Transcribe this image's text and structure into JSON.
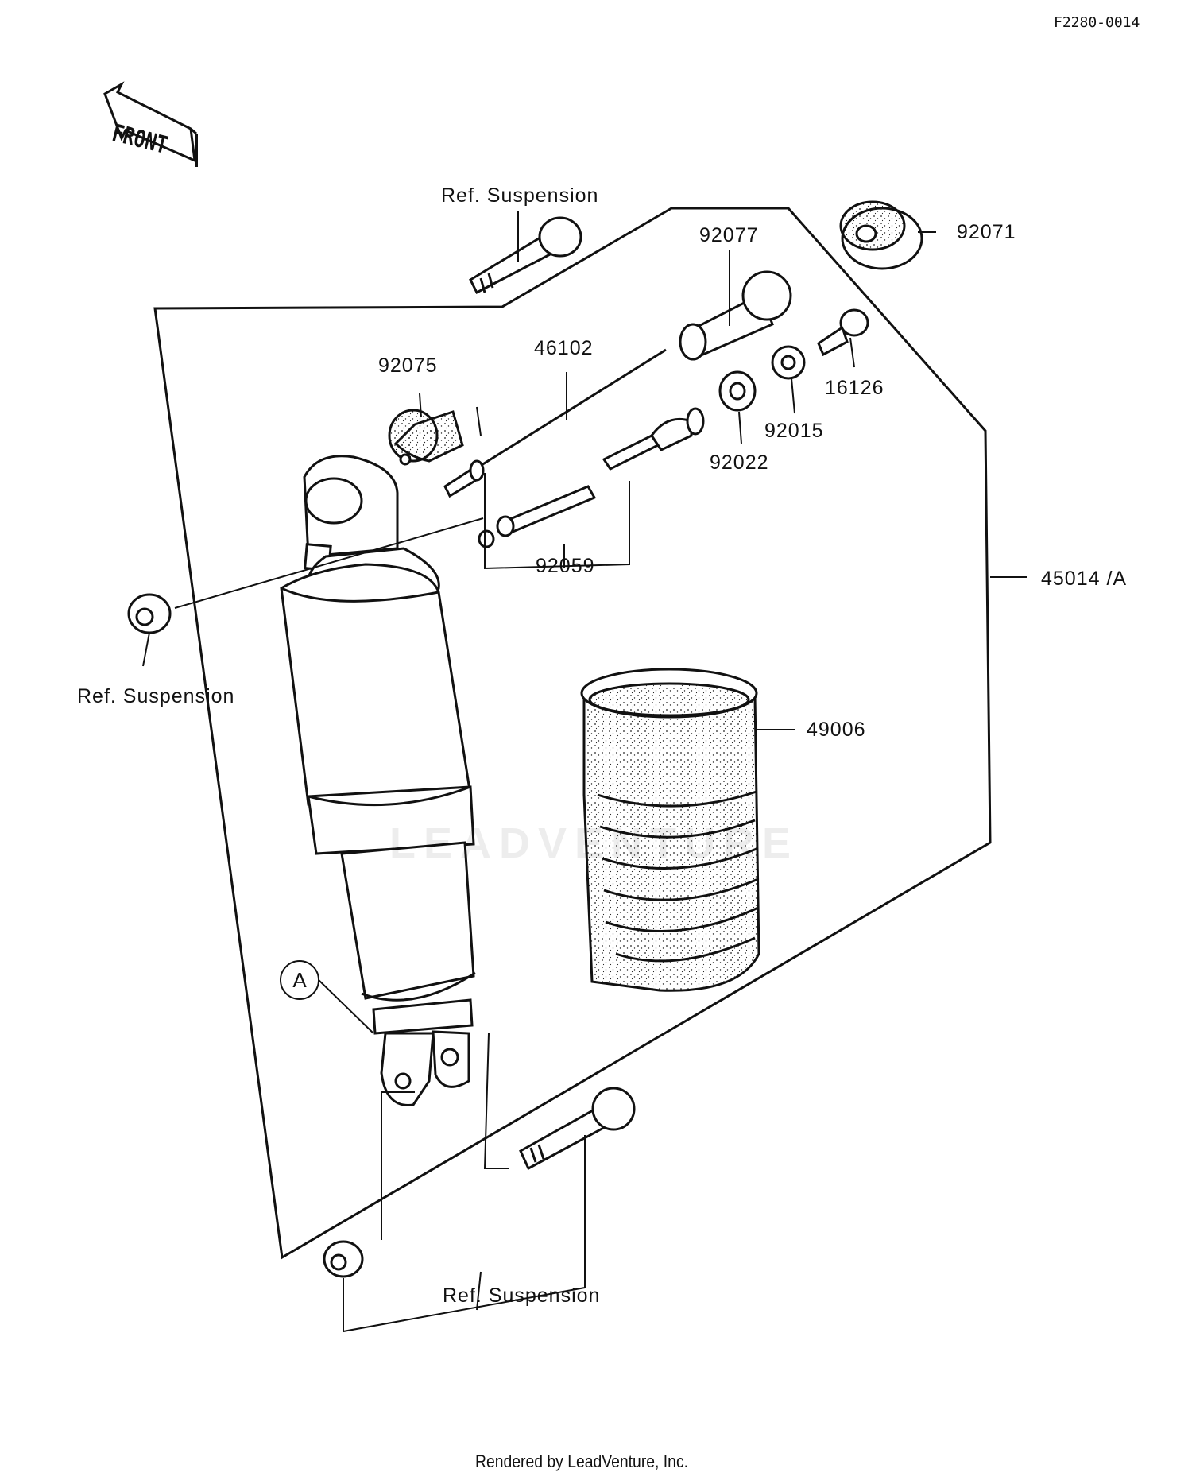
{
  "diagram_code": "F2280-0014",
  "front_label": "FRONT",
  "callout": "A",
  "watermark": "LEADVENTURE",
  "footer": "Rendered by LeadVenture, Inc.",
  "labels": {
    "ref_top": "Ref. Suspension",
    "ref_left": "Ref. Suspension",
    "ref_bottom": "Ref. Suspension",
    "p92071": "92071",
    "p92077": "92077",
    "p92075": "92075",
    "p46102": "46102",
    "p16126": "16126",
    "p92015": "92015",
    "p92022": "92022",
    "p92059": "92059",
    "p45014": "45014 /A",
    "p49006": "49006"
  }
}
